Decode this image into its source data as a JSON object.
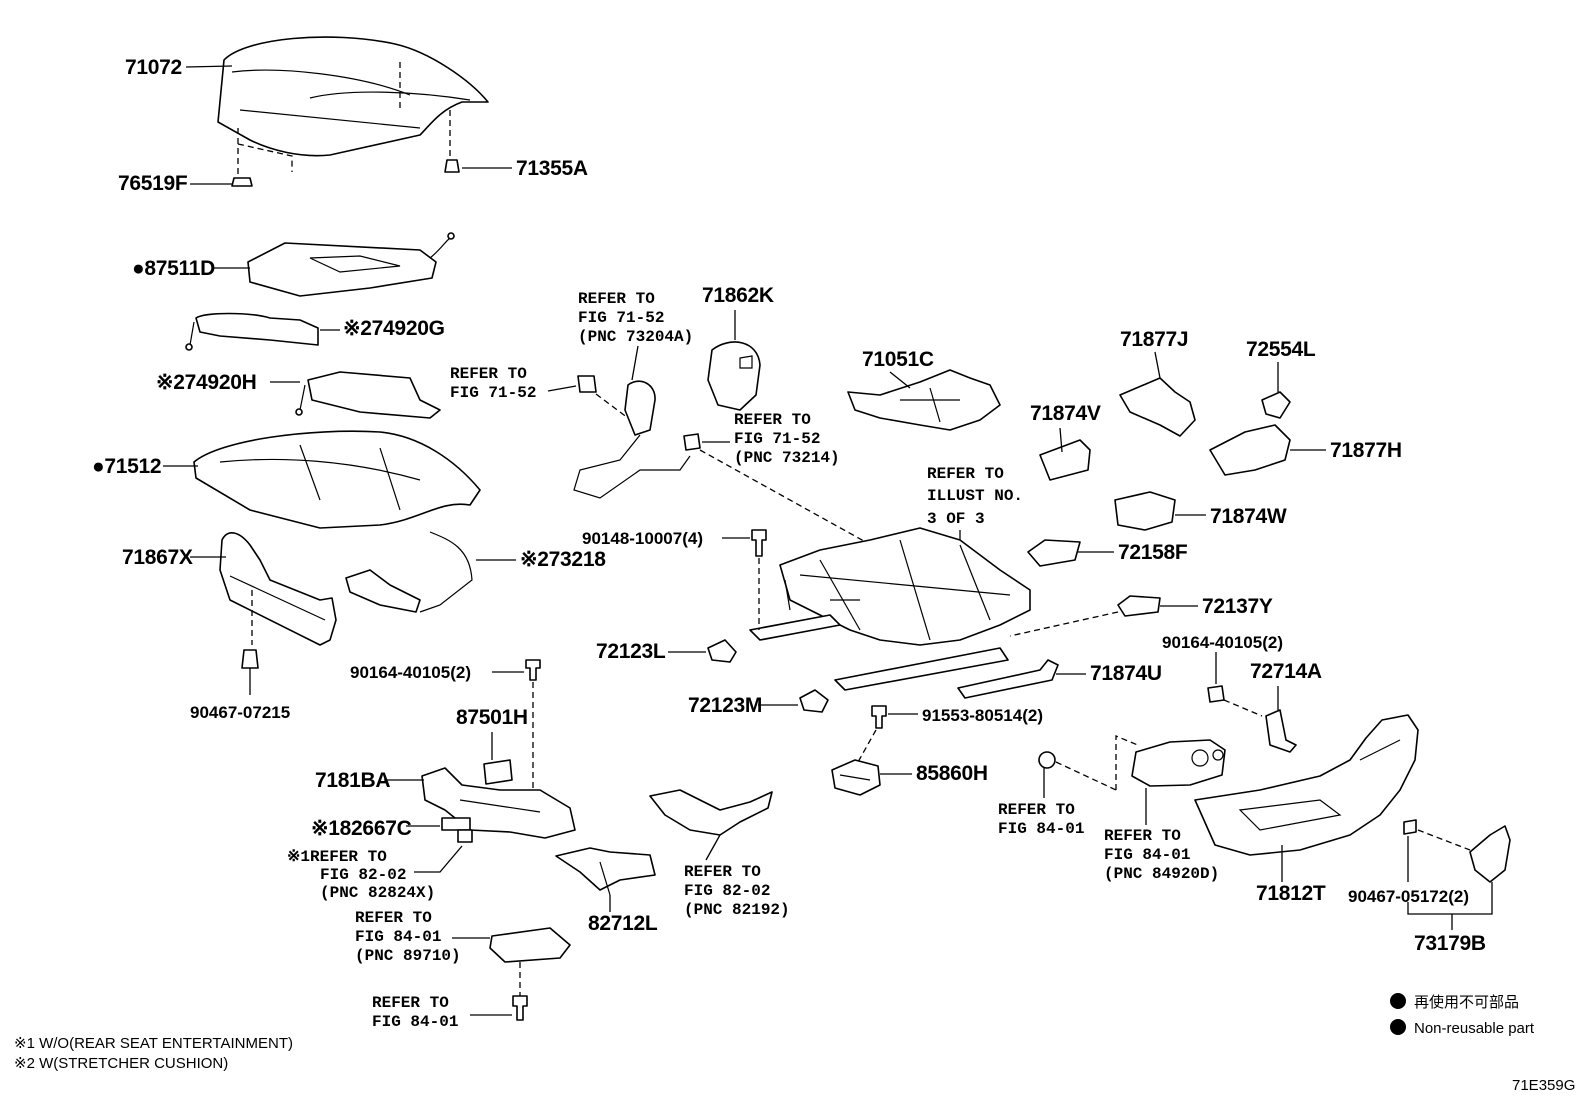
{
  "diagram_code": "71E359G",
  "parts": {
    "p71072": "71072",
    "p76519F": "76519F",
    "p71355A": "71355A",
    "p87511D": "87511D",
    "p274920G": "※274920G",
    "p274920H": "※274920H",
    "p71512": "71512",
    "p71867X": "71867X",
    "p273218": "※273218",
    "p90467_07215": "90467-07215",
    "p90164_40105_a": "90164-40105(2)",
    "p87501H": "87501H",
    "p7181BA": "7181BA",
    "p182667C": "※182667C",
    "p82712L": "82712L",
    "p71862K": "71862K",
    "p71051C": "71051C",
    "p71877J": "71877J",
    "p72554L": "72554L",
    "p71874V": "71874V",
    "p71877H": "71877H",
    "p71874W": "71874W",
    "p72158F": "72158F",
    "p72137Y": "72137Y",
    "p90148_10007": "90148-10007(4)",
    "p72123L": "72123L",
    "p72123M": "72123M",
    "p71874U": "71874U",
    "p91553_80514": "91553-80514(2)",
    "p85860H": "85860H",
    "p90164_40105_b": "90164-40105(2)",
    "p72714A": "72714A",
    "p71812T": "71812T",
    "p90467_05172": "90467-05172(2)",
    "p73179B": "73179B"
  },
  "refs": {
    "r1": [
      "REFER TO",
      "FIG 71-52",
      "(PNC 73204A)"
    ],
    "r2": [
      "REFER TO",
      "FIG 71-52"
    ],
    "r3": [
      "REFER TO",
      "FIG 71-52",
      "(PNC 73214)"
    ],
    "r4": [
      "REFER TO",
      "ILLUST NO.",
      "3 OF 3"
    ],
    "r5_prefix": "※1",
    "r5": [
      "REFER TO",
      "FIG 82-02",
      "(PNC 82824X)"
    ],
    "r6": [
      "REFER TO",
      "FIG 82-02",
      "(PNC 82192)"
    ],
    "r7": [
      "REFER TO",
      "FIG 84-01",
      "(PNC 89710)"
    ],
    "r8": [
      "REFER TO",
      "FIG 84-01"
    ],
    "r9": [
      "REFER TO",
      "FIG 84-01"
    ],
    "r10": [
      "REFER TO",
      "FIG 84-01",
      "(PNC 84920D)"
    ]
  },
  "legend": {
    "jp": "再使用不可部品",
    "en": "Non-reusable part"
  },
  "footnotes": {
    "n1": "※1 W/O(REAR SEAT ENTERTAINMENT)",
    "n2": "※2 W(STRETCHER  CUSHION)"
  }
}
